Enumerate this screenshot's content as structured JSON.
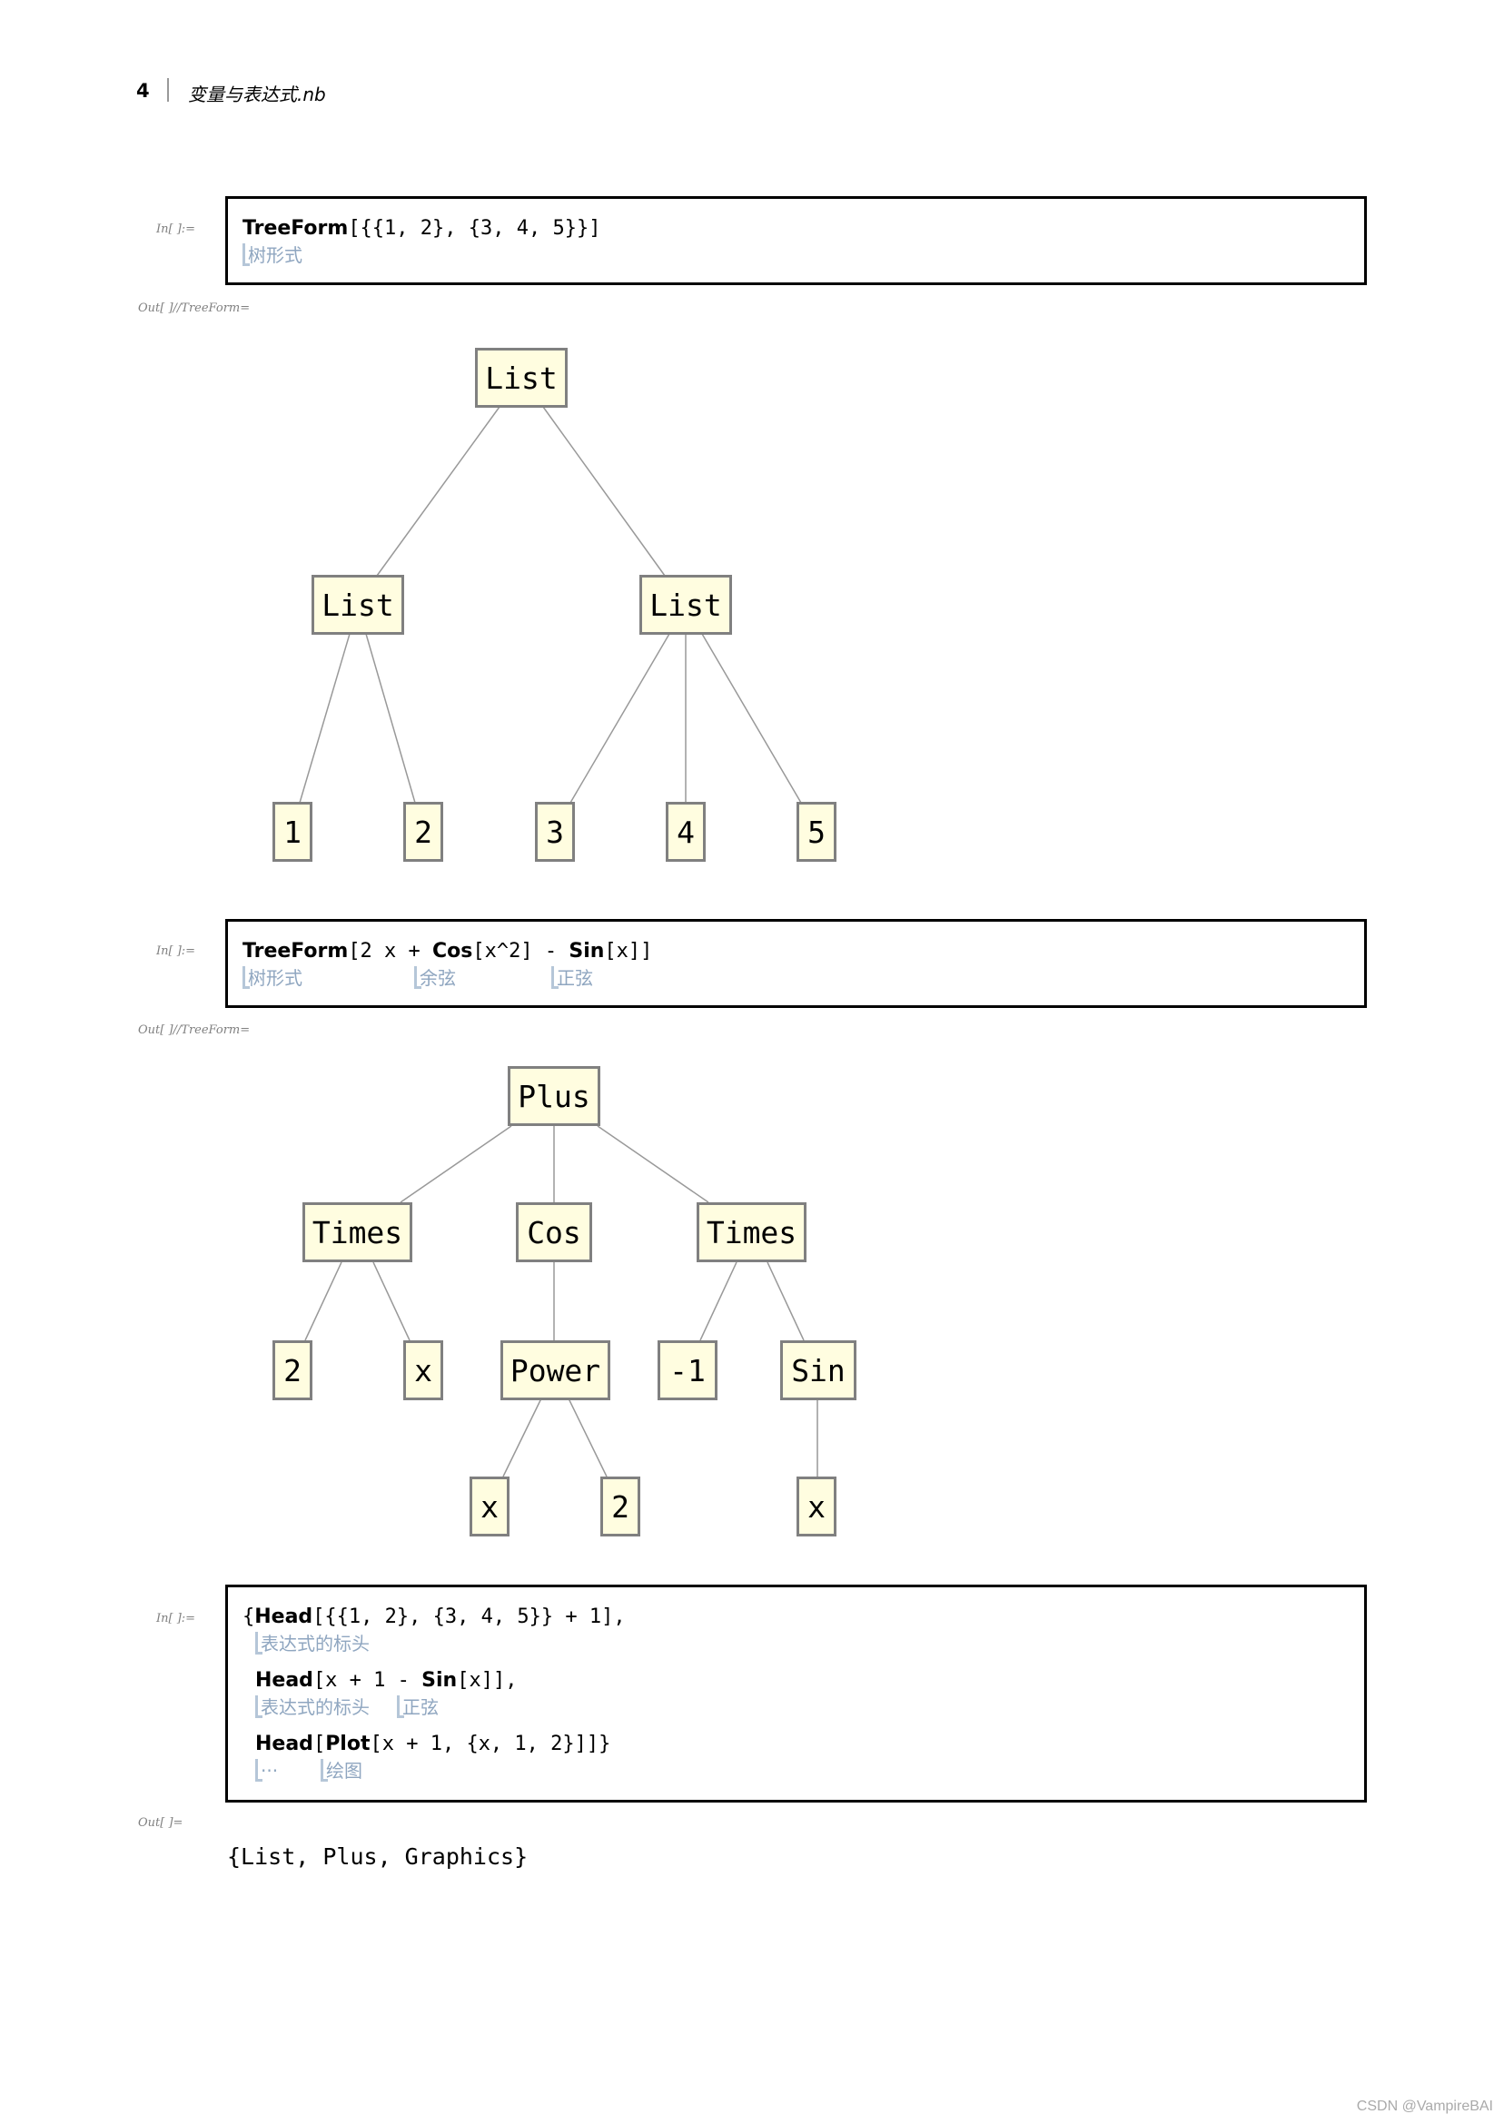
{
  "header": {
    "page_number": "4",
    "notebook_title": "变量与表达式.nb"
  },
  "cells": [
    {
      "in_label": "In[ ]:=",
      "out_label": "Out[ ]//TreeForm=",
      "code_lines": [
        {
          "parts": [
            "TreeForm",
            "[{{1, 2}, {3, 4, 5}}]"
          ],
          "hints": [
            "树形式"
          ]
        }
      ],
      "tree": {
        "nodes": [
          "List",
          "List",
          "List",
          "1",
          "2",
          "3",
          "4",
          "5"
        ]
      }
    },
    {
      "in_label": "In[ ]:=",
      "out_label": "Out[ ]//TreeForm=",
      "code_lines": [
        {
          "parts": [
            "TreeForm",
            "[2 x + ",
            "Cos",
            "[x^2] - ",
            "Sin",
            "[x]]"
          ],
          "hints": [
            "树形式",
            "余弦",
            "正弦"
          ]
        }
      ],
      "tree": {
        "nodes": [
          "Plus",
          "Times",
          "Cos",
          "Times",
          "2",
          "x",
          "Power",
          "-1",
          "Sin",
          "x",
          "2",
          "x"
        ]
      }
    },
    {
      "in_label": "In[ ]:=",
      "out_label": "Out[ ]=",
      "code_lines": [
        {
          "parts": [
            "{",
            "Head",
            "[{{1, 2}, {3, 4, 5}} + 1],"
          ],
          "hints": [
            "表达式的标头"
          ]
        },
        {
          "parts": [
            "Head",
            "[x + 1 - ",
            "Sin",
            "[x]],"
          ],
          "hints": [
            "表达式的标头",
            "正弦"
          ]
        },
        {
          "parts": [
            "Head",
            "[",
            "Plot",
            "[x + 1, {x, 1, 2}]]}"
          ],
          "hints": [
            "···",
            "绘图"
          ]
        }
      ],
      "result": "{List, Plus, Graphics}"
    }
  ],
  "footer": "CSDN @VampireBAI"
}
